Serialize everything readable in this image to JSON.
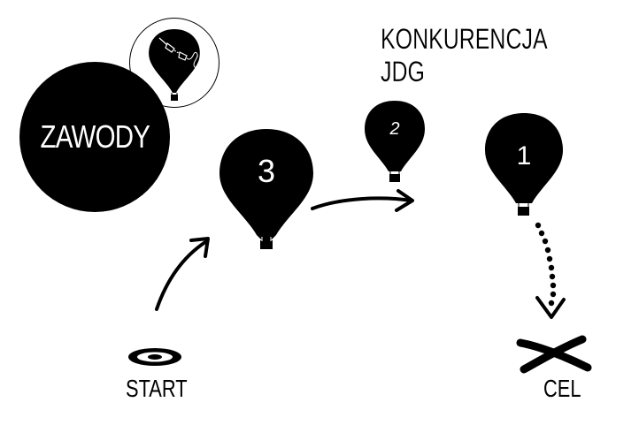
{
  "header": {
    "title": "KONKURENCJA JDG"
  },
  "badge": {
    "label": "ZAWODY",
    "logo_icon": "balloon-with-plug-icon"
  },
  "start": {
    "label": "START",
    "icon": "target-icon"
  },
  "goal": {
    "label": "CEL",
    "icon": "x-mark-icon"
  },
  "balloons": [
    {
      "number": "3",
      "icon": "hot-air-balloon-icon"
    },
    {
      "number": "2",
      "icon": "hot-air-balloon-icon"
    },
    {
      "number": "1",
      "icon": "hot-air-balloon-icon"
    }
  ],
  "colors": {
    "foreground": "#000000",
    "background": "#ffffff"
  }
}
